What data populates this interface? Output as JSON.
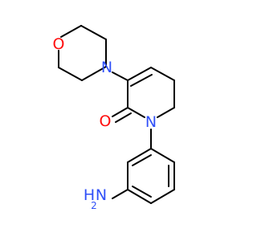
{
  "structure": {
    "colors": {
      "bond": "#000000",
      "oxygen": "#ff0d0d",
      "nitrogen": "#3050f8",
      "background": "#ffffff"
    },
    "atoms": {
      "morpholine_oxygen": "O",
      "morpholine_nitrogen": "N",
      "carbonyl_oxygen": "O",
      "ring_nitrogen": "N",
      "amine_h": "H",
      "amine_n": "N",
      "amine_h_subscript": "2"
    }
  }
}
